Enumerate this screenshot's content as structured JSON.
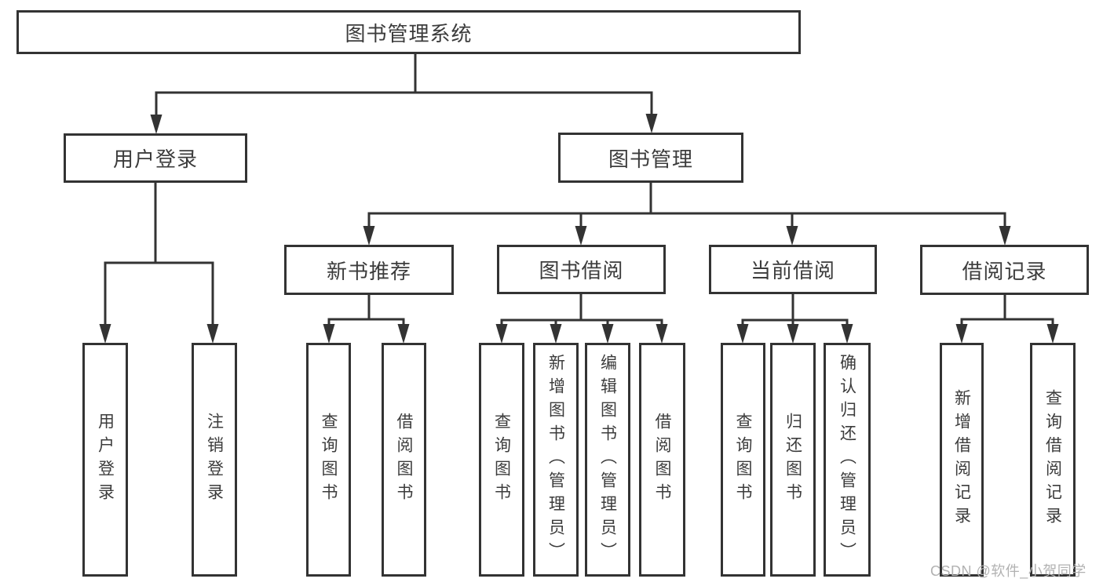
{
  "diagram": {
    "root": {
      "label": "图书管理系统"
    },
    "branches": [
      {
        "label": "用户登录",
        "children": [
          {
            "label": "用户登录"
          },
          {
            "label": "注销登录"
          }
        ]
      },
      {
        "label": "图书管理",
        "children": [
          {
            "label": "新书推荐",
            "children": [
              {
                "label": "查询图书"
              },
              {
                "label": "借阅图书"
              }
            ]
          },
          {
            "label": "图书借阅",
            "children": [
              {
                "label": "查询图书"
              },
              {
                "label": "新增图书（管理员）"
              },
              {
                "label": "编辑图书（管理员）"
              },
              {
                "label": "借阅图书"
              }
            ]
          },
          {
            "label": "当前借阅",
            "children": [
              {
                "label": "查询图书"
              },
              {
                "label": "归还图书"
              },
              {
                "label": "确认归还（管理员）"
              }
            ]
          },
          {
            "label": "借阅记录",
            "children": [
              {
                "label": "新增借阅记录"
              },
              {
                "label": "查询借阅记录"
              }
            ]
          }
        ]
      }
    ]
  },
  "watermark": {
    "text": "CSDN @软件_小贺同学"
  },
  "colors": {
    "line": "#333333",
    "node_border": "#333333",
    "node_text": "#3c3c3c",
    "watermark": "#b2b2b2",
    "background": "#ffffff"
  }
}
